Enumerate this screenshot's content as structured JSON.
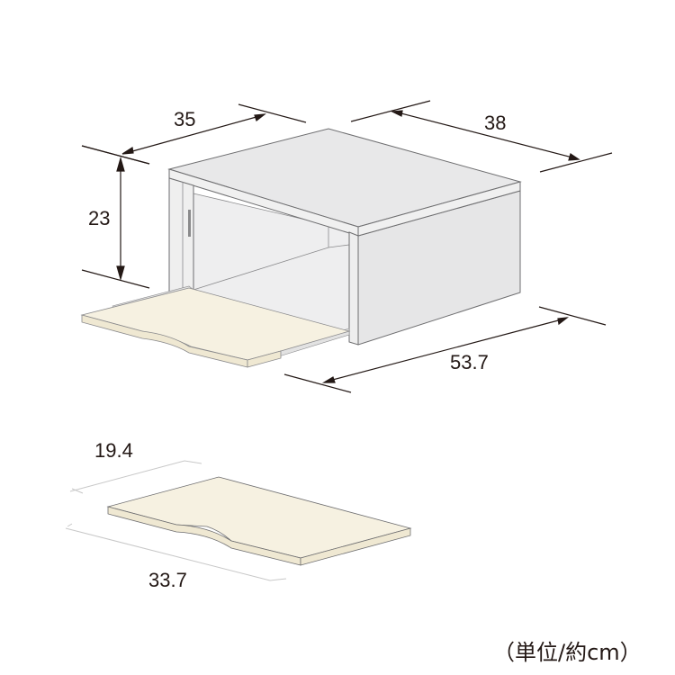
{
  "diagram": {
    "colors": {
      "box_face": "#ececec",
      "box_top": "#e8e8e9",
      "box_side": "#e6e6e7",
      "box_outline": "#6e6e70",
      "tray_fill": "#f6f1e1",
      "tray_edge": "#efe8d2",
      "dim_line": "#231815",
      "guide_line": "#c8c8c8",
      "handle": "#8a8a8c"
    },
    "cabinet": {
      "dimensions": {
        "depth": "35",
        "width": "38",
        "height": "23",
        "extended_depth": "53.7"
      }
    },
    "tray": {
      "dimensions": {
        "width": "19.4",
        "length": "33.7"
      }
    },
    "unit_note": "（単位/約cm）"
  }
}
